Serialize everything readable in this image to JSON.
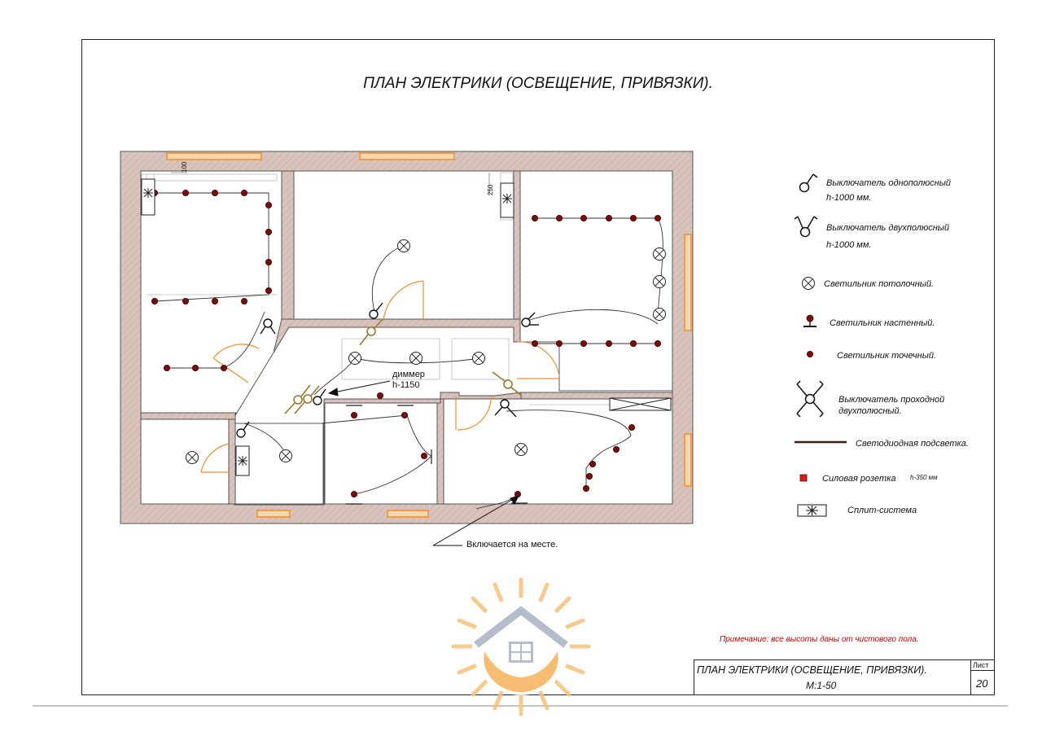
{
  "sheet": {
    "title": "ПЛАН ЭЛЕКТРИКИ (ОСВЕЩЕНИЕ, ПРИВЯЗКИ).",
    "note": "Примечание: все высоты даны от чистового пола.",
    "stamp": {
      "title": "ПЛАН ЭЛЕКТРИКИ (ОСВЕЩЕНИЕ, ПРИВЯЗКИ).",
      "scale": "М:1-50",
      "sheet_label": "Лист",
      "sheet_number": "20"
    }
  },
  "plan": {
    "dim_100": "100",
    "dim_250": "250",
    "dimmer_label": "диммер",
    "dimmer_height": "h-1150",
    "local_note": "Включается на месте."
  },
  "legend": {
    "single_switch": {
      "label": "Выключатель однополюсный",
      "height": "h-1000  мм."
    },
    "double_switch": {
      "label": "Выключатель двухполюсный",
      "height": "h-1000  мм."
    },
    "ceiling_light": {
      "label": "Светильник потолочный."
    },
    "wall_light": {
      "label": "Светильник настенный."
    },
    "spot_light": {
      "label": "Светильник точечный."
    },
    "pass_switch": {
      "label": "Выключатель проходной",
      "label2": "двухполюсный."
    },
    "led_strip": {
      "label": "Светодиодная подсветка."
    },
    "socket": {
      "label": "Силовая розетка",
      "height": "h-350  мм"
    },
    "split": {
      "label": "Сплит-система"
    }
  },
  "colors": {
    "wall": "#d9c4bd",
    "window": "#f28c28",
    "spot": "#7a0c0c",
    "socket": "#d62020",
    "note": "#c00000",
    "switch_gold": "#9a7a2a"
  }
}
